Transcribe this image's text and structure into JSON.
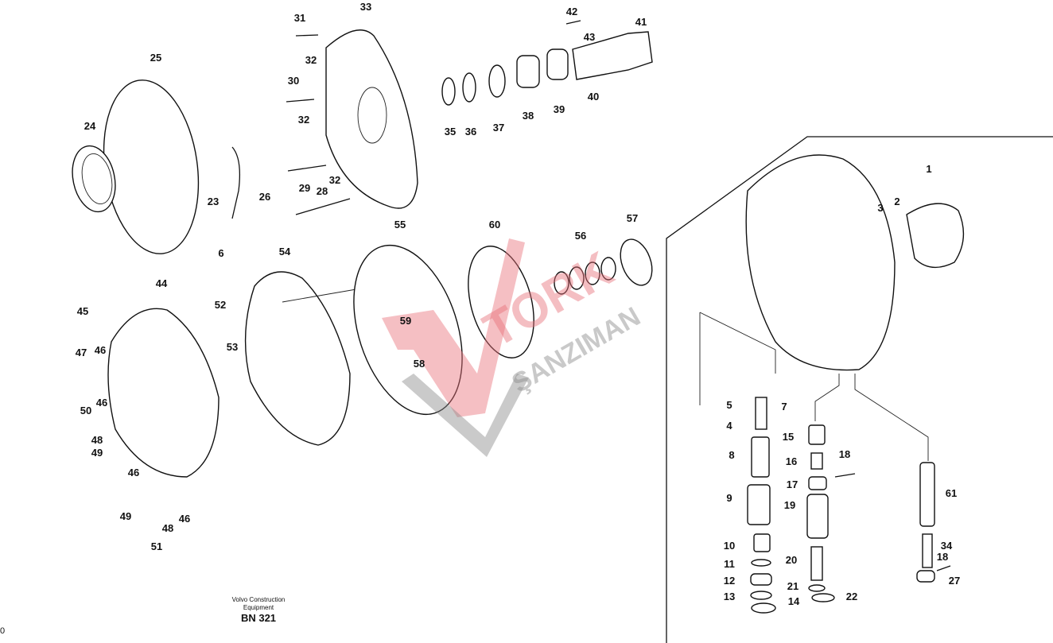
{
  "title_block": {
    "maker": "Volvo Construction",
    "maker2": "Equipment",
    "code": "BN 321"
  },
  "edge_mark": "0",
  "watermark": {
    "brand": "TORK",
    "sub": "ŞANZIMAN"
  },
  "callouts": [
    "25",
    "33",
    "31",
    "32",
    "30",
    "32",
    "24",
    "29",
    "32",
    "28",
    "23",
    "26",
    "6",
    "42",
    "43",
    "41",
    "35",
    "36",
    "37",
    "38",
    "39",
    "40",
    "55",
    "60",
    "56",
    "57",
    "54",
    "52",
    "53",
    "44",
    "45",
    "47",
    "46",
    "46",
    "50",
    "48",
    "49",
    "46",
    "49",
    "48",
    "46",
    "51",
    "59",
    "58",
    "1",
    "2",
    "3",
    "5",
    "4",
    "7",
    "15",
    "18",
    "16",
    "8",
    "17",
    "9",
    "19",
    "61",
    "10",
    "20",
    "34",
    "18",
    "27",
    "11",
    "12",
    "13",
    "21",
    "22",
    "14"
  ]
}
